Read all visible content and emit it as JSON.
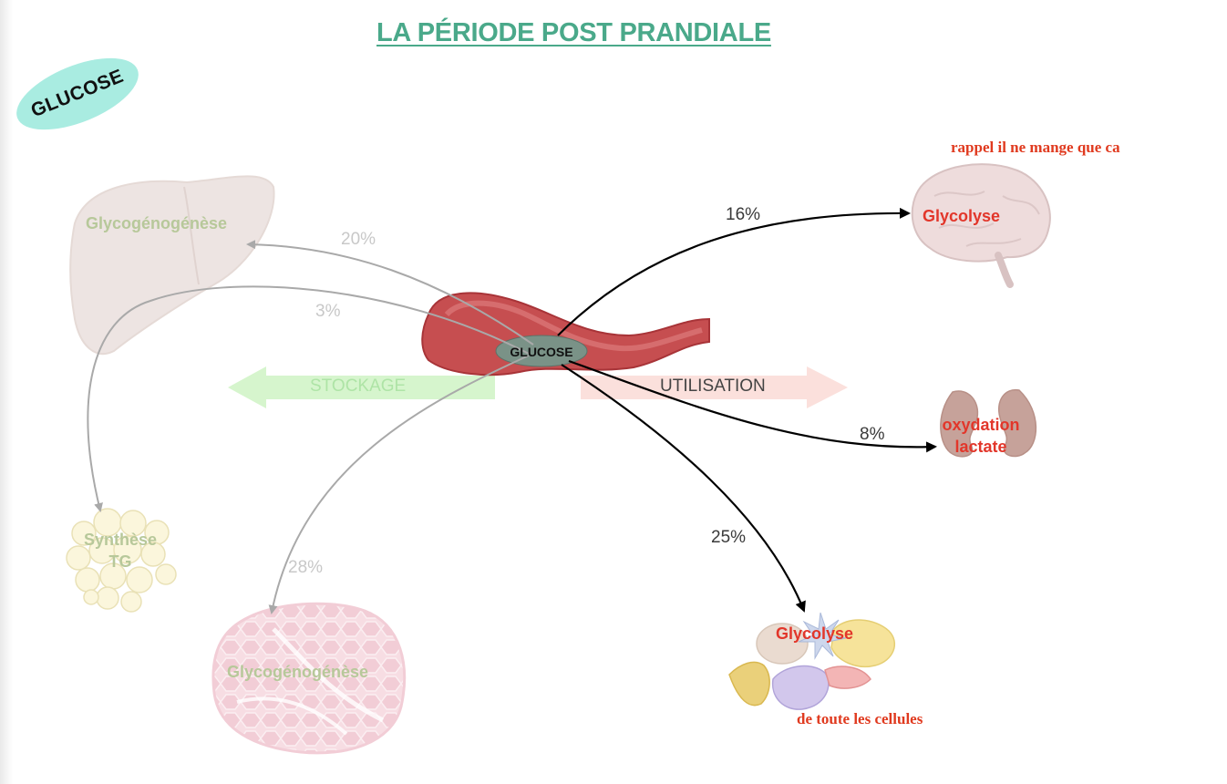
{
  "title": "LA PÉRIODE POST PRANDIALE",
  "badge": "GLUCOSE",
  "center_label": "GLUCOSE",
  "storage_label": "STOCKAGE",
  "utilization_label": "UTILISATION",
  "notes": {
    "brain_note": "rappel il ne mange que ca",
    "cells_note": "de toute les cellules"
  },
  "destinations": {
    "liver": {
      "label": "Glycogénogénèse",
      "percent": "20%"
    },
    "adipose": {
      "label_line1": "Synthèse",
      "label_line2": "TG",
      "percent": "3%"
    },
    "muscle": {
      "label": "Glycogénogénèse",
      "percent": "28%"
    },
    "brain": {
      "label": "Glycolyse",
      "percent": "16%"
    },
    "kidney": {
      "label_line1": "oxydation",
      "label_line2": "lactate",
      "percent": "8%"
    },
    "cells": {
      "label": "Glycolyse",
      "percent": "25%"
    }
  },
  "colors": {
    "title": "#4aa98a",
    "badge": "#a9ece1",
    "note": "#e03a1f",
    "organ_label_red": "#e2362a",
    "faded_label": "#b7c89a",
    "storage_arrow": "#d6f5cd",
    "utilization_arrow": "#fbe0dc"
  }
}
